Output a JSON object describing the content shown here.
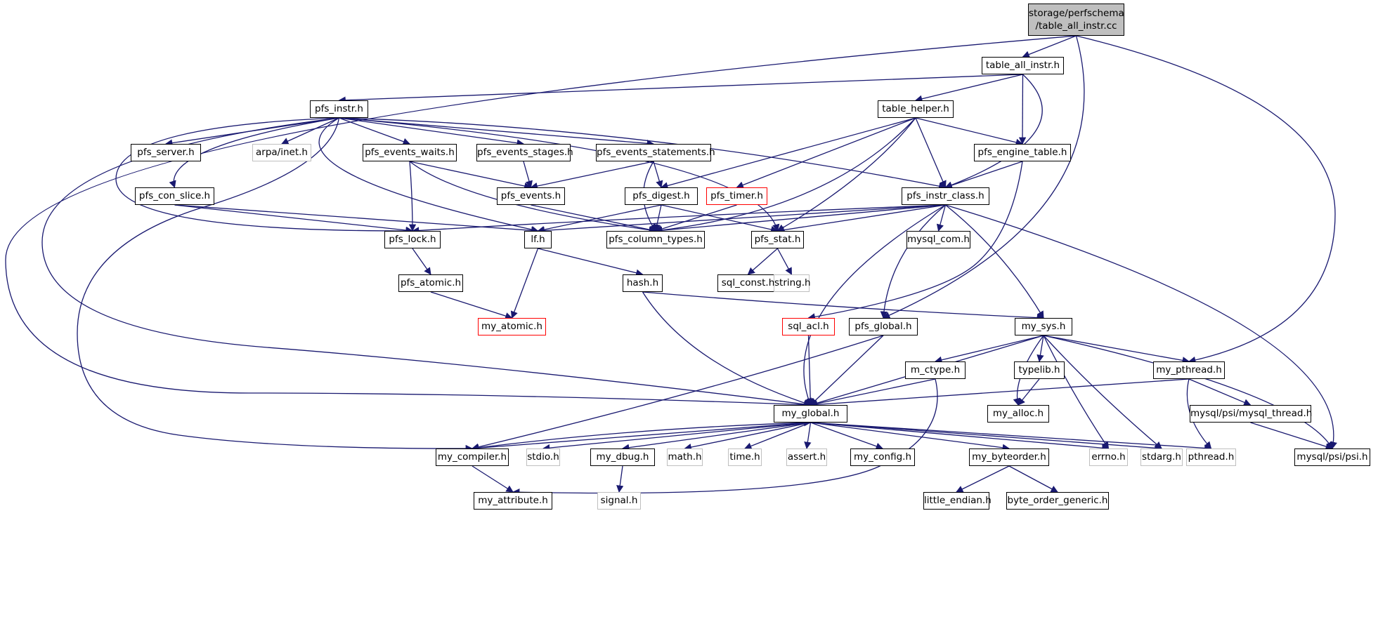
{
  "diagram": {
    "title_line1": "storage/perfschema",
    "title_line2": "/table_all_instr.cc",
    "colors": {
      "edge": "#191970",
      "root_fill": "#bfbfbf",
      "external_border": "#bfbfbf",
      "truncated_border": "#ff0000",
      "node_border": "#000000"
    },
    "nodes": {
      "table_all_instr_h": "table_all_instr.h",
      "pfs_instr_h": "pfs_instr.h",
      "table_helper_h": "table_helper.h",
      "pfs_server_h": "pfs_server.h",
      "arpa_inet_h": "arpa/inet.h",
      "pfs_events_waits_h": "pfs_events_waits.h",
      "pfs_events_stages_h": "pfs_events_stages.h",
      "pfs_events_statements_h": "pfs_events_statements.h",
      "pfs_engine_table_h": "pfs_engine_table.h",
      "pfs_con_slice_h": "pfs_con_slice.h",
      "pfs_events_h": "pfs_events.h",
      "pfs_digest_h": "pfs_digest.h",
      "pfs_timer_h": "pfs_timer.h",
      "pfs_instr_class_h": "pfs_instr_class.h",
      "pfs_lock_h": "pfs_lock.h",
      "lf_h": "lf.h",
      "pfs_column_types_h": "pfs_column_types.h",
      "pfs_stat_h": "pfs_stat.h",
      "mysql_com_h": "mysql_com.h",
      "pfs_atomic_h": "pfs_atomic.h",
      "hash_h": "hash.h",
      "sql_const_h": "sql_const.h",
      "string_h": "string.h",
      "my_atomic_h": "my_atomic.h",
      "sql_acl_h": "sql_acl.h",
      "pfs_global_h": "pfs_global.h",
      "my_sys_h": "my_sys.h",
      "m_ctype_h": "m_ctype.h",
      "typelib_h": "typelib.h",
      "my_pthread_h": "my_pthread.h",
      "my_global_h": "my_global.h",
      "my_alloc_h": "my_alloc.h",
      "mysql_psi_mysql_thread_h": "mysql/psi/mysql_thread.h",
      "my_compiler_h": "my_compiler.h",
      "stdio_h": "stdio.h",
      "my_dbug_h": "my_dbug.h",
      "math_h": "math.h",
      "time_h": "time.h",
      "assert_h": "assert.h",
      "my_config_h": "my_config.h",
      "my_byteorder_h": "my_byteorder.h",
      "errno_h": "errno.h",
      "stdarg_h": "stdarg.h",
      "pthread_h": "pthread.h",
      "mysql_psi_psi_h": "mysql/psi/psi.h",
      "my_attribute_h": "my_attribute.h",
      "signal_h": "signal.h",
      "little_endian_h": "little_endian.h",
      "byte_order_generic_h": "byte_order_generic.h"
    }
  }
}
